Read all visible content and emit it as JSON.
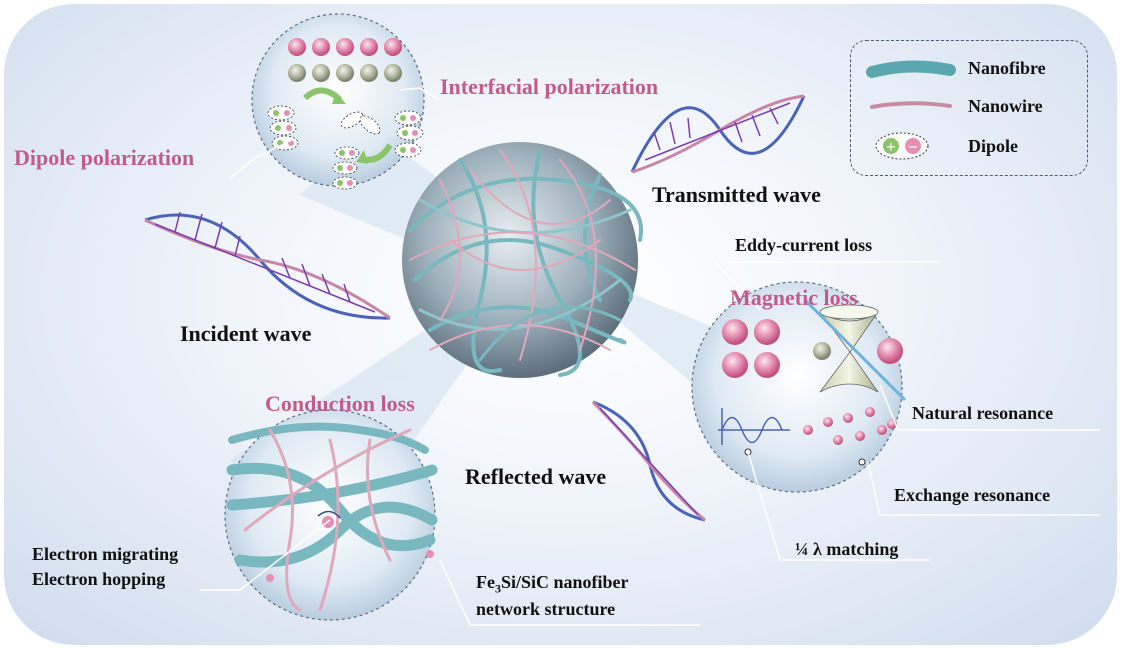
{
  "labels": {
    "interfacial_polarization": "Interfacial polarization",
    "dipole_polarization": "Dipole polarization",
    "transmitted_wave": "Transmitted wave",
    "incident_wave": "Incident wave",
    "eddy_current_loss": "Eddy-current loss",
    "magnetic_loss": "Magnetic loss",
    "natural_resonance": "Natural resonance",
    "exchange_resonance": "Exchange resonance",
    "quarter_lambda_matching": "¼  λ matching",
    "conduction_loss": "Conduction loss",
    "reflected_wave": "Reflected wave",
    "electron_migrating": "Electron migrating",
    "electron_hopping": "Electron hopping",
    "network_structure_line1_pre": "Fe",
    "network_structure_line1_sub1": "3",
    "network_structure_line1_post": "Si/SiC nanofiber",
    "network_structure_line2": "network structure"
  },
  "legend": {
    "nanofibre": "Nanofibre",
    "nanowire": "Nanowire",
    "dipole": "Dipole"
  },
  "colors": {
    "accent_pink": "#c25b8c",
    "fiber_teal": "#79b8bf",
    "wire_pink": "#e0a9bb",
    "arrow_purple": "#7a3db0",
    "wave_blue": "#4a63b8"
  }
}
